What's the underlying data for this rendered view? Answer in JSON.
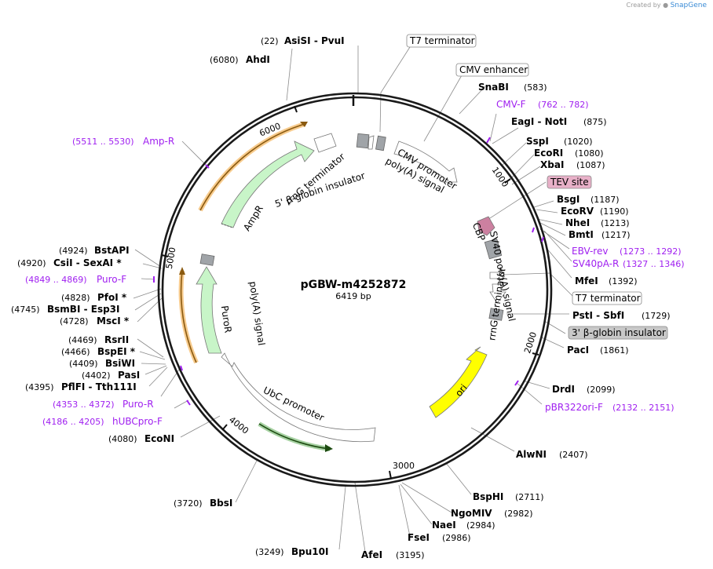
{
  "credit": {
    "prefix": "Created by",
    "brand": "SnapGene"
  },
  "plasmid": {
    "name": "pGBW-m4252872",
    "size": "6419 bp"
  },
  "colors": {
    "ampr": "#c8f5c8",
    "puror": "#c8f5c8",
    "ori": "#ffff00",
    "orf": "#f0a030",
    "tev": "#e8b0c8",
    "insulator_box": "#c8c8c8",
    "primer": "#a020f0",
    "gray": "#a0a4a8"
  },
  "ticks": [
    "1000",
    "2000",
    "3000",
    "4000",
    "5000",
    "6000"
  ],
  "enzymes_right": [
    {
      "name": "SnaBI",
      "pos": "(583)"
    },
    {
      "name": "EagI  - NotI",
      "pos": "(875)"
    },
    {
      "name": "SspI",
      "pos": "(1020)"
    },
    {
      "name": "EcoRI",
      "pos": "(1080)"
    },
    {
      "name": "XbaI",
      "pos": "(1087)"
    },
    {
      "name": "BsgI",
      "pos": "(1187)"
    },
    {
      "name": "EcoRV",
      "pos": "(1190)"
    },
    {
      "name": "NheI",
      "pos": "(1213)"
    },
    {
      "name": "BmtI",
      "pos": "(1217)"
    },
    {
      "name": "MfeI",
      "pos": "(1392)"
    },
    {
      "name": "PstI  - SbfI",
      "pos": "(1729)"
    },
    {
      "name": "PacI",
      "pos": "(1861)"
    },
    {
      "name": "DrdI",
      "pos": "(2099)"
    },
    {
      "name": "AlwNI",
      "pos": "(2407)"
    },
    {
      "name": "BspHI",
      "pos": "(2711)"
    },
    {
      "name": "NgoMIV",
      "pos": "(2982)"
    },
    {
      "name": "NaeI",
      "pos": "(2984)"
    },
    {
      "name": "FseI",
      "pos": "(2986)"
    },
    {
      "name": "AfeI",
      "pos": "(3195)"
    }
  ],
  "enzymes_left": [
    {
      "name": "AsiSI  - PvuI",
      "pos": "(22)"
    },
    {
      "name": "AhdI",
      "pos": "(6080)"
    },
    {
      "name": "BstAPI",
      "pos": "(4924)"
    },
    {
      "name": "CsiI  - SexAI *",
      "pos": "(4920)"
    },
    {
      "name": "PfoI *",
      "pos": "(4828)"
    },
    {
      "name": "BsmBI  - Esp3I",
      "pos": "(4745)"
    },
    {
      "name": "MscI *",
      "pos": "(4728)"
    },
    {
      "name": "RsrII",
      "pos": "(4469)"
    },
    {
      "name": "BspEI *",
      "pos": "(4466)"
    },
    {
      "name": "BsiWI",
      "pos": "(4409)"
    },
    {
      "name": "PasI",
      "pos": "(4402)"
    },
    {
      "name": "PflFI  - Tth111I",
      "pos": "(4395)"
    },
    {
      "name": "EcoNI",
      "pos": "(4080)"
    },
    {
      "name": "BbsI",
      "pos": "(3720)"
    },
    {
      "name": "Bpu10I",
      "pos": "(3249)"
    }
  ],
  "primers": [
    {
      "name": "CMV-F",
      "range": "(762 .. 782)"
    },
    {
      "name": "EBV-rev",
      "range": "(1273 .. 1292)"
    },
    {
      "name": "SV40pA-R",
      "range": "(1327 .. 1346)"
    },
    {
      "name": "pBR322ori-F",
      "range": "(2132 .. 2151)"
    },
    {
      "name": "Amp-R",
      "range": "(5511 .. 5530)"
    },
    {
      "name": "Puro-F",
      "range": "(4849 .. 4869)"
    },
    {
      "name": "Puro-R",
      "range": "(4353 .. 4372)"
    },
    {
      "name": "hUBCpro-F",
      "range": "(4186 .. 4205)"
    }
  ],
  "boxed_features": {
    "t7_term_top": "T7 terminator",
    "cmv_enhancer": "CMV enhancer",
    "tev_site": "TEV site",
    "t7_term_right": "T7 terminator",
    "insulator_3": "3' β-globin insulator"
  },
  "features": {
    "rrng_term_top": "rrnG terminator",
    "insulator_5": "5' β-globin insulator",
    "cmv_promoter": "CMV promoter",
    "polya_top": "poly(A) signal",
    "cbp": "CBP",
    "sv40_polya": "SV40 poly(A) signal",
    "rrng_term_right": "rrnG terminator",
    "ori": "ori",
    "ampr": "AmpR",
    "polya_left": "poly(A) signal",
    "puror": "PuroR",
    "ubc_promoter": "UbC promoter"
  }
}
